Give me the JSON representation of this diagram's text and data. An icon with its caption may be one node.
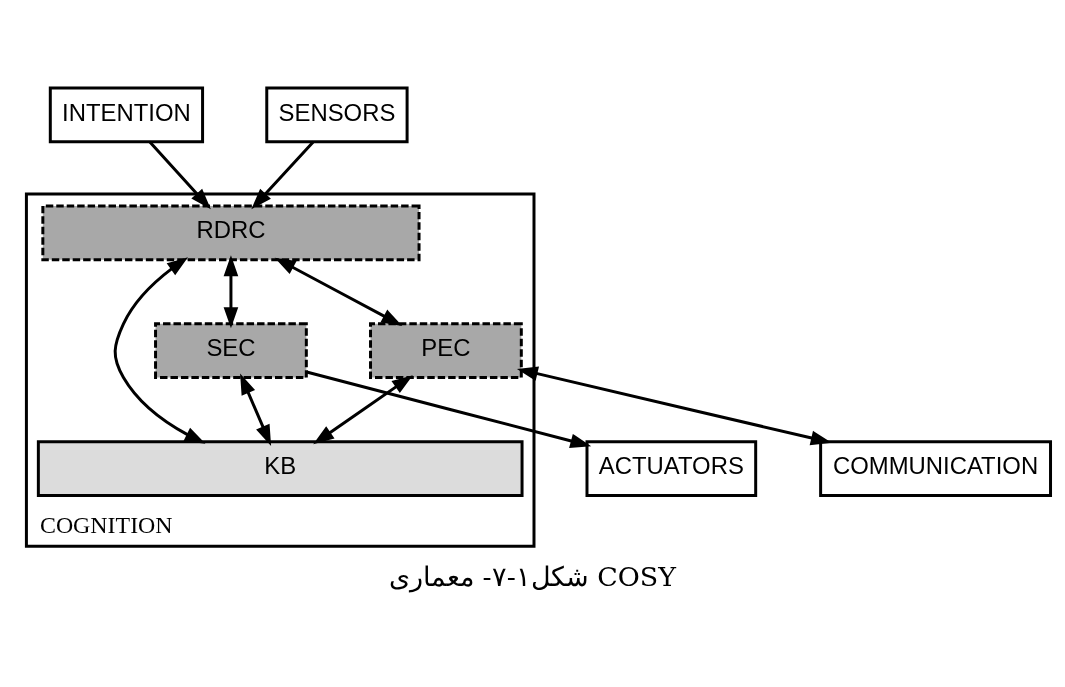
{
  "diagram": {
    "caption": "شکل۱-۷- معماری COSY",
    "nodes": [
      {
        "text": [
          "INTENTION"
        ]
      },
      {
        "text": [
          "COGNITION"
        ]
      },
      {
        "text": [
          "RDRC"
        ],
        "in": 1
      },
      {
        "text": [
          "SENSORS"
        ]
      },
      {
        "text": [
          "ACTUATORS"
        ]
      },
      {
        "text": [
          "SEC"
        ],
        "in": 1
      },
      {
        "text": [
          "PEC"
        ],
        "in": 1
      },
      {
        "text": [
          "COMMUNICATION"
        ]
      },
      {
        "text": [
          "KB"
        ],
        "in": 1
      }
    ],
    "edges": [
      {
        "from": 0,
        "to": 2,
        "arrow": "to"
      },
      {
        "from": 3,
        "to": 2,
        "arrow": "to"
      },
      {
        "from": 2,
        "to": 5,
        "arrow": "both"
      },
      {
        "from": 2,
        "to": 8,
        "arrow": "both"
      },
      {
        "from": 2,
        "to": 6,
        "arrow": "both"
      },
      {
        "from": 5,
        "to": 4,
        "arrow": "to"
      },
      {
        "from": 6,
        "to": 7,
        "arrow": "both"
      },
      {
        "from": 5,
        "to": 8,
        "arrow": "both"
      },
      {
        "from": 6,
        "to": 8,
        "arrow": "both"
      }
    ]
  }
}
